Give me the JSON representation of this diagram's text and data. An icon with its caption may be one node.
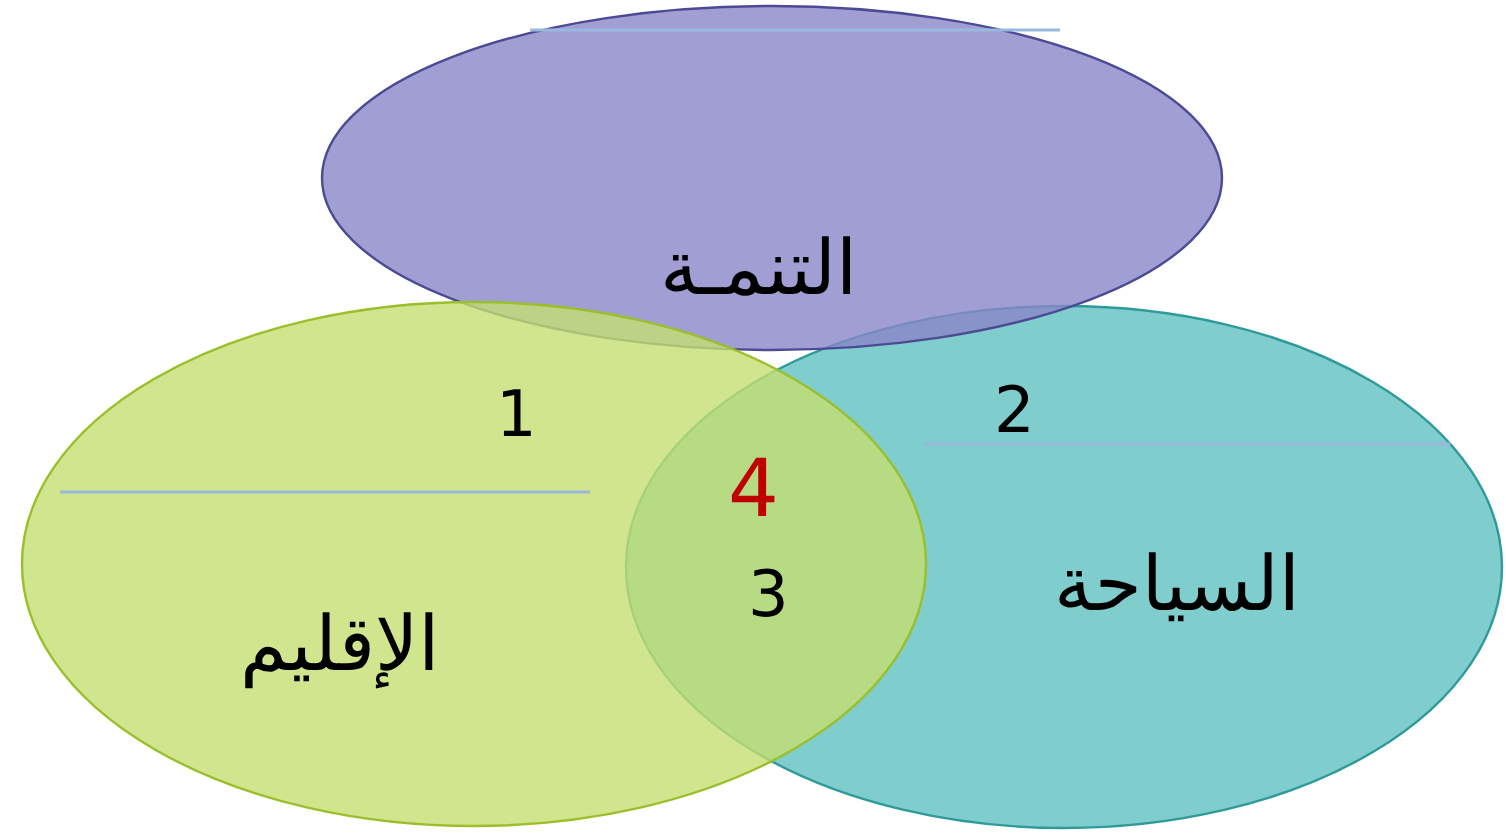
{
  "diagram": {
    "nodes": [
      {
        "text": [
          "التنمـة"
        ]
      },
      {
        "text": [
          "الإقليم"
        ]
      },
      {
        "text": [
          "السياحة"
        ]
      }
    ],
    "labels": [
      "1",
      "2",
      "4",
      "3"
    ]
  }
}
